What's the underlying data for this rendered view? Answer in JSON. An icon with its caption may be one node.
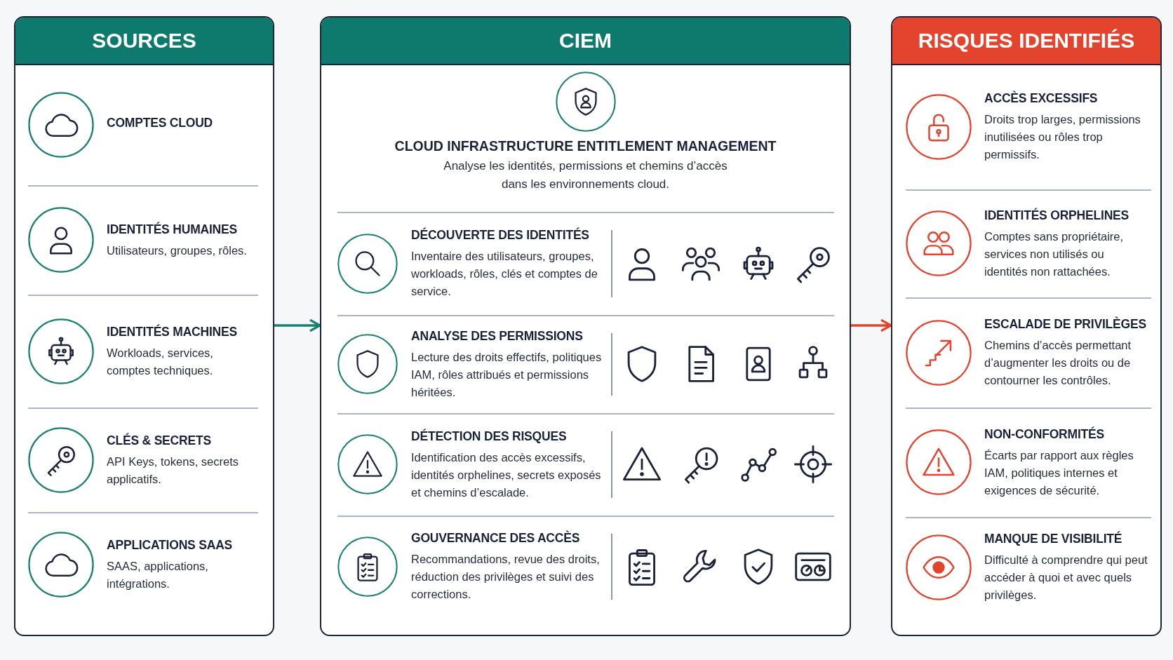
{
  "diagram": {
    "nodes": [
      {
        "text": [
          "SOURCES"
        ]
      },
      {
        "text": [
          "COMPTES CLOUD"
        ],
        "in": 0
      },
      {
        "text": [
          "IDENTITÉS HUMAINES",
          "Utilisateurs, groupes, rôles."
        ],
        "in": 0
      },
      {
        "text": [
          "IDENTITÉS MACHINES",
          "Workloads, services, comptes techniques."
        ],
        "in": 0
      },
      {
        "text": [
          "CLÉS & SECRETS",
          "API Keys, tokens, secrets applicatifs."
        ],
        "in": 0
      },
      {
        "text": [
          "APPLICATIONS SAAS",
          "SAAS, applications, intégrations."
        ],
        "in": 0
      },
      {
        "text": [
          "CIEM",
          "CLOUD INFRASTRUCTURE ENTITLEMENT MANAGEMENT",
          "Analyse les identités, permissions et chemins d’accès dans les environnements cloud."
        ]
      },
      {
        "text": [
          "DÉCOUVERTE DES IDENTITÉS",
          "Inventaire des utilisateurs, groupes, workloads, rôles, clés et comptes de service."
        ],
        "in": 6
      },
      {
        "text": [
          "ANALYSE DES PERMISSIONS",
          "Lecture des droits effectifs, politiques IAM, rôles attribués et permissions héritées."
        ],
        "in": 6
      },
      {
        "text": [
          "DÉTECTION DES RISQUES",
          "Identification des accès excessifs, identités orphelines, secrets exposés et chemins d’escalade."
        ],
        "in": 6
      },
      {
        "text": [
          "GOUVERNANCE DES ACCÈS",
          "Recommandations, revue des droits, réduction des privilèges et suivi des corrections."
        ],
        "in": 6
      },
      {
        "text": [
          "RISQUES IDENTIFIÉS"
        ]
      },
      {
        "text": [
          "ACCÈS EXCESSIFS",
          "Droits trop larges, permissions inutilisées ou rôles trop permissifs."
        ],
        "in": 11
      },
      {
        "text": [
          "IDENTITÉS ORPHELINES",
          "Comptes sans propriétaire, services non utilisés ou identités non rattachées."
        ],
        "in": 11
      },
      {
        "text": [
          "ESCALADE DE PRIVILÈGES",
          "Chemins d’accès permettant d’augmenter les droits ou de contourner les contrôles."
        ],
        "in": 11
      },
      {
        "text": [
          "NON-CONFORMITÉS",
          "Écarts par rapport aux règles IAM, politiques internes et exigences de sécurité."
        ],
        "in": 11
      },
      {
        "text": [
          "MANQUE DE VISIBILITÉ",
          "Difficulté à comprendre qui peut accéder à quoi et avec quels privilèges."
        ],
        "in": 11
      }
    ],
    "edges": [
      {
        "from": 0,
        "to": 6,
        "arrow": "to",
        "color": "#16806f"
      },
      {
        "from": 6,
        "to": 11,
        "arrow": "to",
        "color": "#e5432f"
      }
    ]
  }
}
